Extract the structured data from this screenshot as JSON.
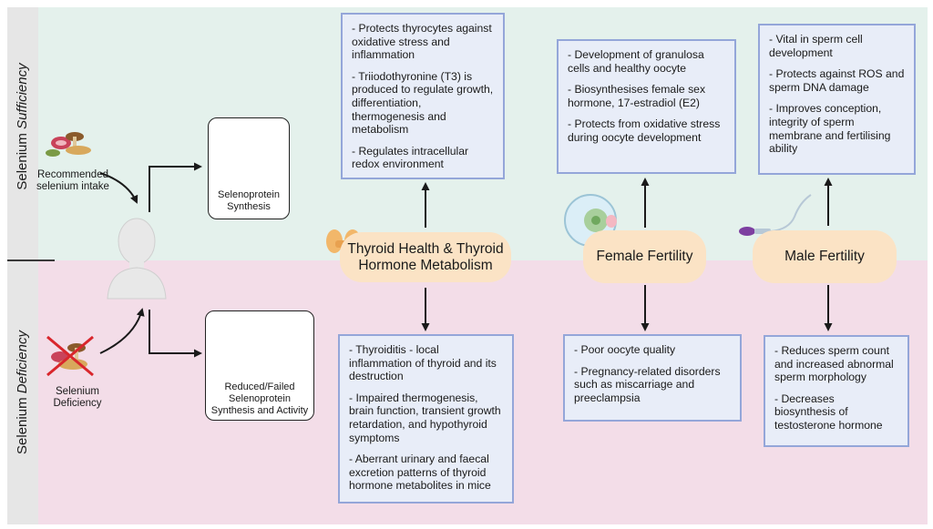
{
  "side_labels": {
    "sufficiency_prefix": "Selenium",
    "sufficiency_emph": "Sufficiency",
    "deficiency_prefix": "Selenium",
    "deficiency_emph": "Deficiency"
  },
  "intake": {
    "recommended": "Recommended selenium intake",
    "deficiency": "Selenium Deficiency"
  },
  "synthesis": {
    "normal": "Selenoprotein Synthesis",
    "reduced": "Reduced/Failed Selenoprotein Synthesis and Activity"
  },
  "thyroid": {
    "title": "Thyroid Health & Thyroid Hormone Metabolism",
    "sufficiency": [
      "- Protects thyrocytes against oxidative stress and inflammation",
      "- Triiodothyronine (T3) is produced to regulate growth, differentiation, thermogenesis and metabolism",
      "- Regulates intracellular redox environment"
    ],
    "deficiency": [
      "- Thyroiditis - local inflammation of thyroid and its destruction",
      "- Impaired thermogenesis, brain function, transient growth retardation,  and hypothyroid symptoms",
      "- Aberrant urinary and faecal excretion patterns of thyroid hormone metabolites in mice"
    ]
  },
  "female": {
    "title": "Female Fertility",
    "sufficiency": [
      "- Development of granulosa cells and healthy oocyte",
      "- Biosynthesises female sex hormone, 17-estradiol (E2)",
      "- Protects from oxidative stress during oocyte development"
    ],
    "deficiency": [
      "- Poor oocyte quality",
      "- Pregnancy-related disorders such as miscarriage  and preeclampsia"
    ]
  },
  "male": {
    "title": "Male Fertility",
    "sufficiency": [
      "- Vital in sperm cell development",
      "- Protects against ROS and sperm DNA damage",
      "- Improves conception, integrity of sperm membrane and fertilising ability"
    ],
    "deficiency": [
      "- Reduces sperm count and increased abnormal sperm morphology",
      "- Decreases biosynthesis of testosterone hormone"
    ]
  },
  "colors": {
    "sufficiency_band": "#e4f1ec",
    "deficiency_band": "#f3dde8",
    "box_fill": "#e8edf8",
    "box_border": "#94a6d9",
    "pill_fill": "#fbe3c5",
    "cross": "#d9262c"
  }
}
